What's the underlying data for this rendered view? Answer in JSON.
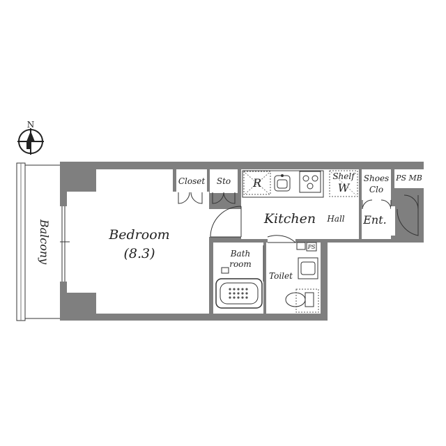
{
  "compass": {
    "north_label": "N"
  },
  "rooms": {
    "bedroom": "Bedroom",
    "bedroom_size": "(8.3)",
    "balcony": "Balcony",
    "closet": "Closet",
    "storage": "Sto",
    "refrigerator": "R",
    "shelf": "Shelf",
    "washer": "W",
    "shoes": "Shoes",
    "shoes_closet": "Clo",
    "ps_mb": "PS MB",
    "kitchen": "Kitchen",
    "hall": "Hall",
    "entrance": "Ent.",
    "bath": "Bath",
    "bath_room": "room",
    "toilet": "Toilet",
    "ps": "PS"
  }
}
